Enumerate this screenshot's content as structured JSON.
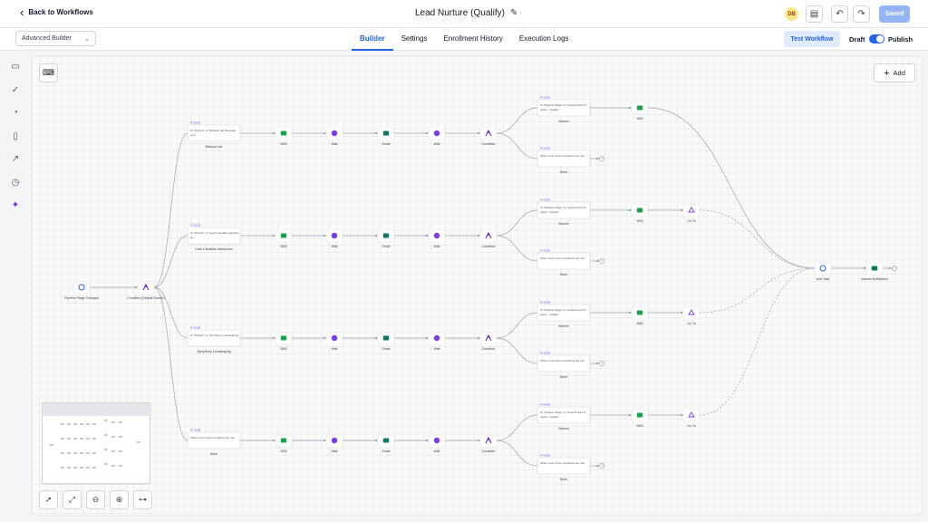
{
  "header": {
    "back_label": "Back to Workflows",
    "title": "Lead Nurture (Qualify)",
    "avatar_initials": "DB",
    "saved_label": "Saved"
  },
  "subbar": {
    "builder_select": "Advanced Builder",
    "tabs": [
      {
        "label": "Builder",
        "active": true
      },
      {
        "label": "Settings",
        "active": false
      },
      {
        "label": "Enrollment History",
        "active": false
      },
      {
        "label": "Execution Logs",
        "active": false
      }
    ],
    "test_label": "Test Workflow",
    "draft_label": "Draft",
    "publish_label": "Publish"
  },
  "canvas": {
    "add_label": "Add",
    "trigger_label": "Pipeline Stage Changed",
    "root_condition_label": "Condition (Default Branch)",
    "rows": [
      {
        "branch_text": "IF \"Division\" is \"Medical Lab Renovations\"",
        "branch_label": "Medical Lab",
        "steps": [
          "SMS",
          "Wait",
          "Email",
          "Wait",
          "Condition"
        ],
        "sub_branch_text": "IF \"Pipeline Stage\" is \"Lead Scored Pipeline - Qualify\"",
        "sub_branch_label": "Branch",
        "none_text": "When none of the conditions are met",
        "none_label": "None",
        "post_steps": [
          "SMS"
        ]
      },
      {
        "branch_text": "IF \"Division\" is \"Lead Canadian Handyman\"",
        "branch_label": "Lead Canadian Handyman",
        "steps": [
          "SMS",
          "Wait",
          "Email",
          "Wait",
          "Condition"
        ],
        "sub_branch_text": "IF \"Pipeline Stage\" is \"Lead Scored Pipeline - Qualify\"",
        "sub_branch_label": "Branch",
        "none_text": "When none of the conditions are met",
        "none_label": "None",
        "post_steps": [
          "SMS",
          "Go To"
        ]
      },
      {
        "branch_text": "IF \"Division\" is \"Symphony Landscaping\"",
        "branch_label": "Symphony Landscaping",
        "steps": [
          "SMS",
          "Wait",
          "Email",
          "Wait",
          "Condition"
        ],
        "sub_branch_text": "IF \"Pipeline Stage\" is \"Lead Scored Pipeline - Qualify\"",
        "sub_branch_label": "Branch",
        "none_text": "When none of the conditions are met",
        "none_label": "None",
        "post_steps": [
          "SMS",
          "Go To"
        ]
      },
      {
        "branch_text": "When none of the conditions are met",
        "branch_label": "None",
        "steps": [
          "SMS",
          "Wait",
          "Email",
          "Wait",
          "Condition"
        ],
        "sub_branch_text": "IF \"Pipeline Stage\" is \"Lead Scored Pipeline - Qualify\"",
        "sub_branch_label": "Branch",
        "none_text": "When none of the conditions are met",
        "none_label": "None",
        "post_steps": [
          "SMS",
          "Go To"
        ]
      }
    ],
    "tag_label": "IF / ELSE",
    "merge_steps": [
      "Add Task",
      "Internal Notification"
    ]
  },
  "colors": {
    "accent": "#2563eb",
    "sms": "#16a34a",
    "wait": "#7c3aed",
    "email": "#0f766e",
    "condition": "#6d28d9",
    "goto": "#7c3aed"
  }
}
